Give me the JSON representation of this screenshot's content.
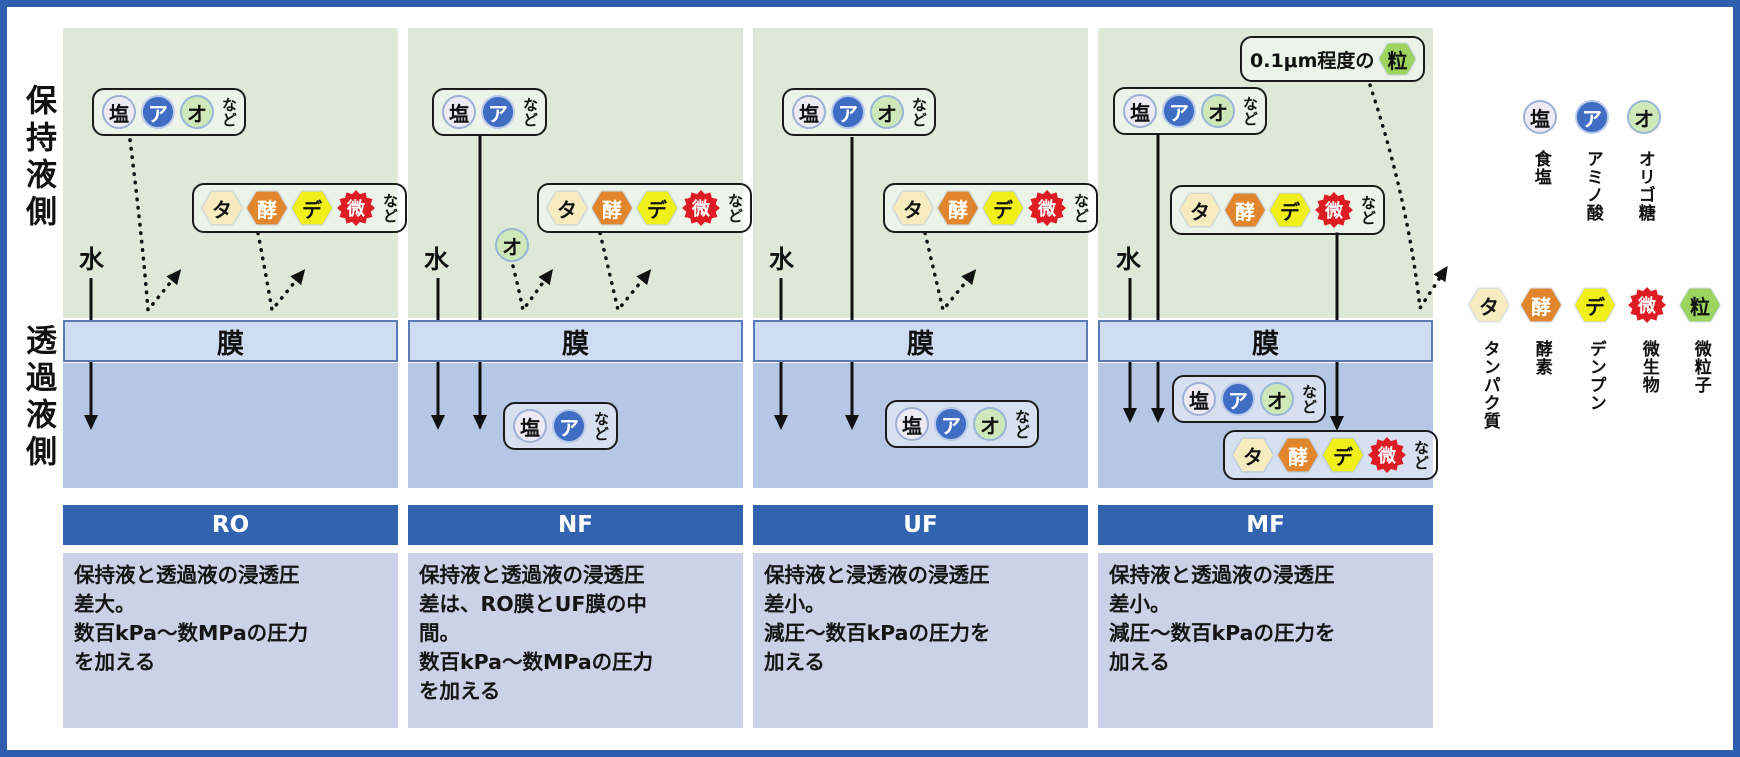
{
  "sides": {
    "feed": "保持液側",
    "permeate": "透過液側"
  },
  "labels": {
    "membrane": "膜",
    "water": "水",
    "etc": "など",
    "particle_note": "0.1μm程度の"
  },
  "icons": {
    "salt": {
      "char": "塩",
      "label": "食塩",
      "fill": "#edeaf3"
    },
    "amino": {
      "char": "ア",
      "label": "アミノ酸",
      "fill": "#3e6dc3"
    },
    "oligo": {
      "char": "オ",
      "label": "オリゴ糖",
      "fill": "#cfe8ba"
    },
    "protein": {
      "char": "タ",
      "label": "タンパク質",
      "fill": "#f7ecc0"
    },
    "enzyme": {
      "char": "酵",
      "label": "酵素",
      "fill": "#e2862d"
    },
    "starch": {
      "char": "デ",
      "label": "デンプン",
      "fill": "#f0ef1a"
    },
    "microbe": {
      "char": "微",
      "label": "微生物",
      "fill": "#dd1c24"
    },
    "particle": {
      "char": "粒",
      "label": "微粒子",
      "fill": "#9cd45f"
    }
  },
  "panels": [
    {
      "code": "RO",
      "desc": "保持液と透過液の浸透圧\n差大。\n数百kPa〜数MPaの圧力\nを加える"
    },
    {
      "code": "NF",
      "desc": "保持液と透過液の浸透圧\n差は、RO膜とUF膜の中\n間。\n数百kPa〜数MPaの圧力\nを加える"
    },
    {
      "code": "UF",
      "desc": "保持液と浸透液の浸透圧\n差小。\n減圧〜数百kPaの圧力を\n加える"
    },
    {
      "code": "MF",
      "desc": "保持液と透過液の浸透圧\n差小。\n減圧〜数百kPaの圧力を\n加える"
    }
  ],
  "colors": {
    "frame_blue": "#2d5fae",
    "panel_green": "#dde9d6",
    "membrane_fill": "#cfddf3",
    "membrane_border": "#5c7ab8",
    "permeate_blue": "#b5c7e5",
    "header_blue": "#3263ae",
    "desc_bg": "#cbd1e6",
    "arrow_black": "#111111"
  }
}
